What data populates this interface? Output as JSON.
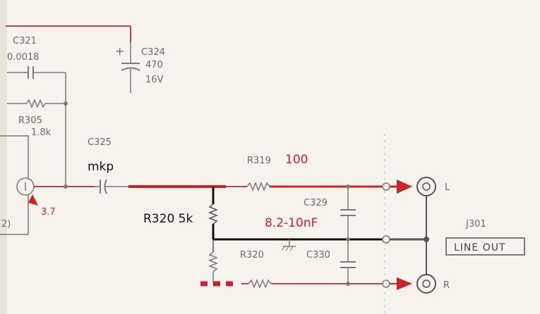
{
  "schematic": {
    "c321": {
      "ref": "C321",
      "value": "0.0018"
    },
    "c324": {
      "ref": "C324",
      "value": "470",
      "voltage": "16V"
    },
    "r305": {
      "ref": "R305",
      "value": "1.8k"
    },
    "c325": {
      "ref": "C325",
      "note": "mkp"
    },
    "r319": {
      "ref": "R319",
      "value": "100"
    },
    "r320_top": {
      "label": "R320 5k"
    },
    "r320_bottom": {
      "ref": "R320"
    },
    "c329": {
      "ref": "C329",
      "value": "8.2-10nF"
    },
    "c330": {
      "ref": "C330"
    },
    "j301": {
      "ref": "J301",
      "label": "LINE OUT"
    },
    "channels": {
      "left": "L",
      "right": "R"
    },
    "test_point": {
      "value": "3.7"
    },
    "left_partial": {
      "text": "2)"
    }
  },
  "colors": {
    "annotation_red": "#c8242b",
    "wire_red": "#c8242b",
    "wire_black": "#111111",
    "print_red": "#b84550",
    "print_gray": "#7a7a7a"
  }
}
